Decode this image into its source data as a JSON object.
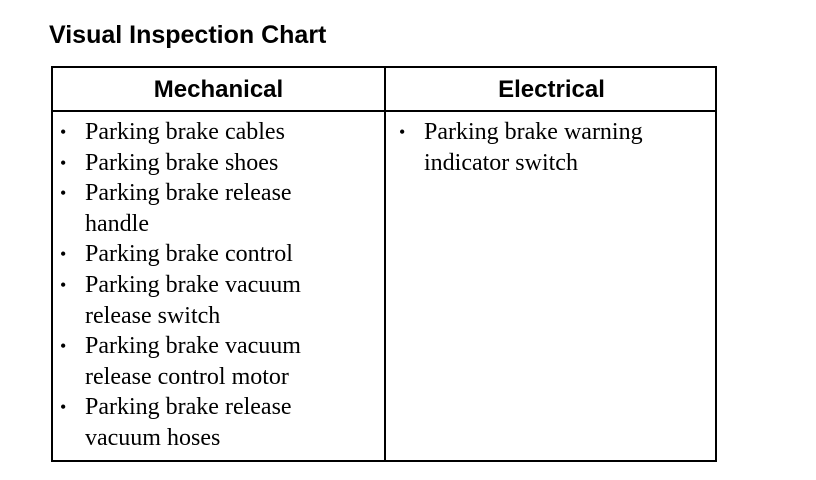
{
  "title": "Visual Inspection Chart",
  "table": {
    "columns": [
      {
        "header": "Mechanical",
        "items": [
          {
            "lines": [
              "Parking brake cables"
            ]
          },
          {
            "lines": [
              "Parking brake shoes"
            ]
          },
          {
            "lines": [
              "Parking brake release",
              "handle"
            ]
          },
          {
            "lines": [
              "Parking brake control"
            ]
          },
          {
            "lines": [
              "Parking brake vacuum",
              "release switch"
            ]
          },
          {
            "lines": [
              "Parking brake vacuum",
              "release control motor"
            ]
          },
          {
            "lines": [
              "Parking brake release",
              "vacuum hoses"
            ]
          }
        ]
      },
      {
        "header": "Electrical",
        "items": [
          {
            "lines": [
              "Parking brake warning",
              "indicator switch"
            ]
          }
        ]
      }
    ],
    "bullet_glyph": "•"
  }
}
